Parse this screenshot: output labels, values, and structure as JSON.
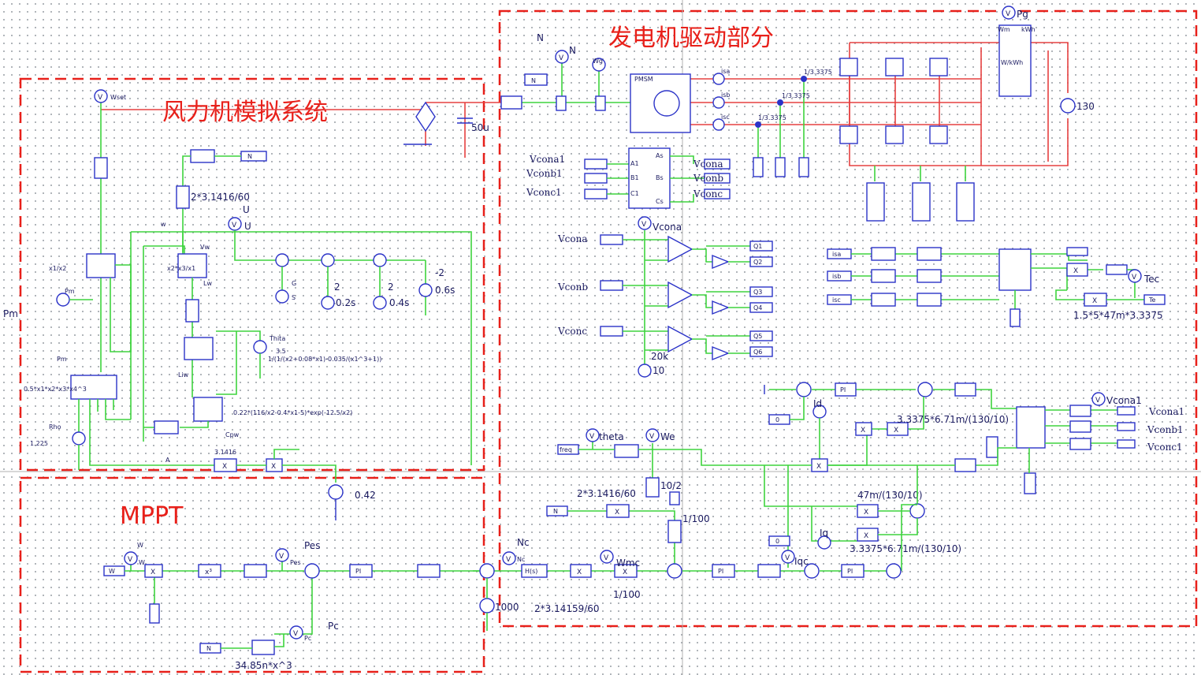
{
  "sections": {
    "generator": "发电机驱动部分",
    "wind": "风力机模拟系统",
    "mppt": "MPPT"
  },
  "labels": {
    "N_top": "N",
    "N_probe": "N",
    "Wg": "Wg",
    "Pg": "Pg",
    "Wset": "Wset",
    "c50u": "50u",
    "dc130": "130",
    "isa": "isa",
    "isb": "isb",
    "isc": "isc",
    "gain_a": "1/3.3375",
    "gain_b": "1/3.3375",
    "gain_c": "1/3.3375",
    "dc_label": "W/kWh",
    "wm": "Wm",
    "wk": "kWh",
    "conv_wspeed": "2*3.1416/60",
    "U": "U",
    "U_probe": "U",
    "Pm": "Pm",
    "Pm_blk": "Pm",
    "Vw": "Vw",
    "Lw": "Lw",
    "Liw": "Liw",
    "x1x2": "x1/x2",
    "x2x3": "x2*x3/x1",
    "G_label": "G",
    "S_label": "S",
    "Thita": "Thita",
    "thita_val": "3.5",
    "lambda_eq": "1/(1/(x2+0.08*x1)-0.035/(x1^3+1))",
    "cp_eq": "0.22*(116/x2-0.4*x1-5)*exp(-12.5/x2)",
    "Cpw": "Cpw",
    "pm_eq": "0.5*x1*x2*x3*x4^3",
    "rho": "Rho",
    "rho_val": "1.225",
    "A": "A",
    "pi": "3.1416",
    "r042": "0.42",
    "step2a": "2",
    "step2b": "2",
    "stepm2": "-2",
    "t02": "0.2s",
    "t04": "0.4s",
    "t06": "0.6s",
    "Vcona1_in": "Vcona1",
    "Vconb1_in": "Vconb1",
    "Vconc1_in": "Vconc1",
    "As": "As",
    "Bs": "Bs",
    "Cs": "Cs",
    "A1": "A1",
    "B1": "B1",
    "C1": "C1",
    "Vcona_out": "Vcona",
    "Vconb_out": "Vconb",
    "Vconc_out": "Vconc",
    "Vcona_probe": "Vcona",
    "Vcona": "Vcona",
    "Vconb": "Vconb",
    "Vconc": "Vconc",
    "Q1": "Q1",
    "Q2": "Q2",
    "Q3": "Q3",
    "Q4": "Q4",
    "Q5": "Q5",
    "Q6": "Q6",
    "tri_f": "20k",
    "tri_a": "10",
    "isa_t": "isa",
    "isb_t": "isb",
    "isc_t": "isc",
    "Tec": "Tec",
    "Te": "Te",
    "te_gain": "1.5*5*47m*3.3375",
    "id_label": "Id",
    "id_ref": "0",
    "theta": "theta",
    "We": "We",
    "freq": "freq",
    "g10": "10/2",
    "conv2": "2*3.1416/60",
    "inv100": "1/100",
    "N_mid": "N",
    "id_gain": "3.3375*6.71m/(130/10)",
    "Vcona1": "Vcona1",
    "Vcona1_r": "Vcona1",
    "Vconb1_r": "Vconb1",
    "Vconc1_r": "Vconc1",
    "iq_gain1": "47m/(130/10)",
    "iq_gain2": "3.3375*6.71m/(130/10)",
    "Iq": "Iq",
    "Iqc": "Iqc",
    "iq0": "0",
    "Nc": "Nc",
    "Nc_probe": "Nc",
    "Wmc": "Wmc",
    "n1000": "1000",
    "conv3": "2*3.14159/60",
    "inv100b": "1/100",
    "W": "W",
    "W_probe": "W",
    "Pes": "Pes",
    "Pes_probe": "Pes",
    "Pc": "Pc",
    "Pc_probe": "Pc",
    "N_bot": "N",
    "kopt": "34.85n*x^3",
    "PI": "PI",
    "X": "X"
  }
}
